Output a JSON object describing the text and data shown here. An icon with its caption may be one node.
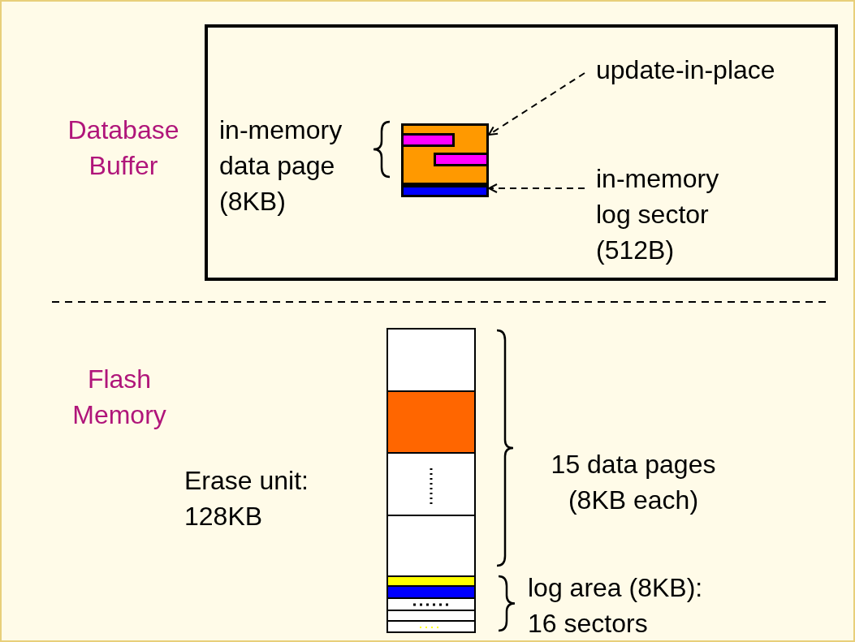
{
  "diagram": {
    "nodes": [
      {
        "text": [],
        "shape": "box"
      },
      {
        "text": [],
        "shape": "box",
        "in": 0
      },
      {
        "text": [],
        "shape": "bar",
        "in": 0
      },
      {
        "text": [
          "update-in-place"
        ],
        "in": 0
      },
      {
        "text": [
          "in-memory log sector (512B)"
        ],
        "in": 0
      }
    ],
    "edges": [
      {
        "from": 3,
        "to": 1,
        "arrow": "to",
        "style": "dashed"
      },
      {
        "from": 4,
        "to": 2,
        "arrow": "to",
        "style": "dashed"
      }
    ],
    "labels": [
      "Database Buffer",
      "in-memory data page (8KB)",
      "Flash Memory",
      "Erase unit: 128KB",
      "15 data pages (8KB each)",
      "log area (8KB): 16 sectors"
    ]
  }
}
